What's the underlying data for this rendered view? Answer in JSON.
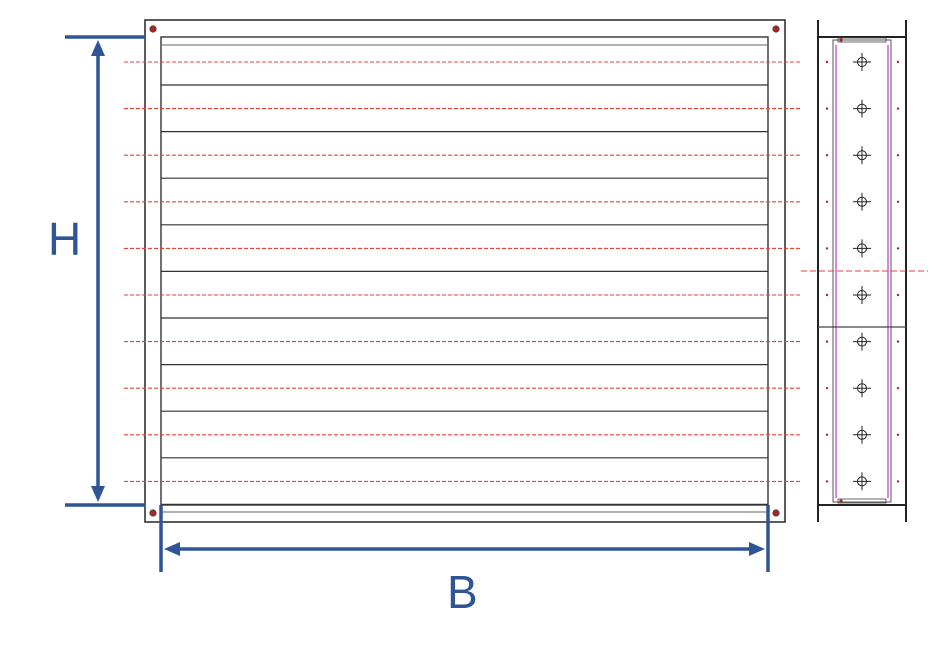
{
  "diagram": {
    "height_label": "H",
    "width_label": "B",
    "colors": {
      "dimension": "#2f5597",
      "frame": "#333333",
      "tube_centerline": "#e8413c",
      "fin": "#cc33cc",
      "bolt": "#b22222"
    },
    "front_view": {
      "tube_rows": 10,
      "slat_lines": 10
    },
    "side_view": {
      "tube_fittings": 10
    }
  }
}
